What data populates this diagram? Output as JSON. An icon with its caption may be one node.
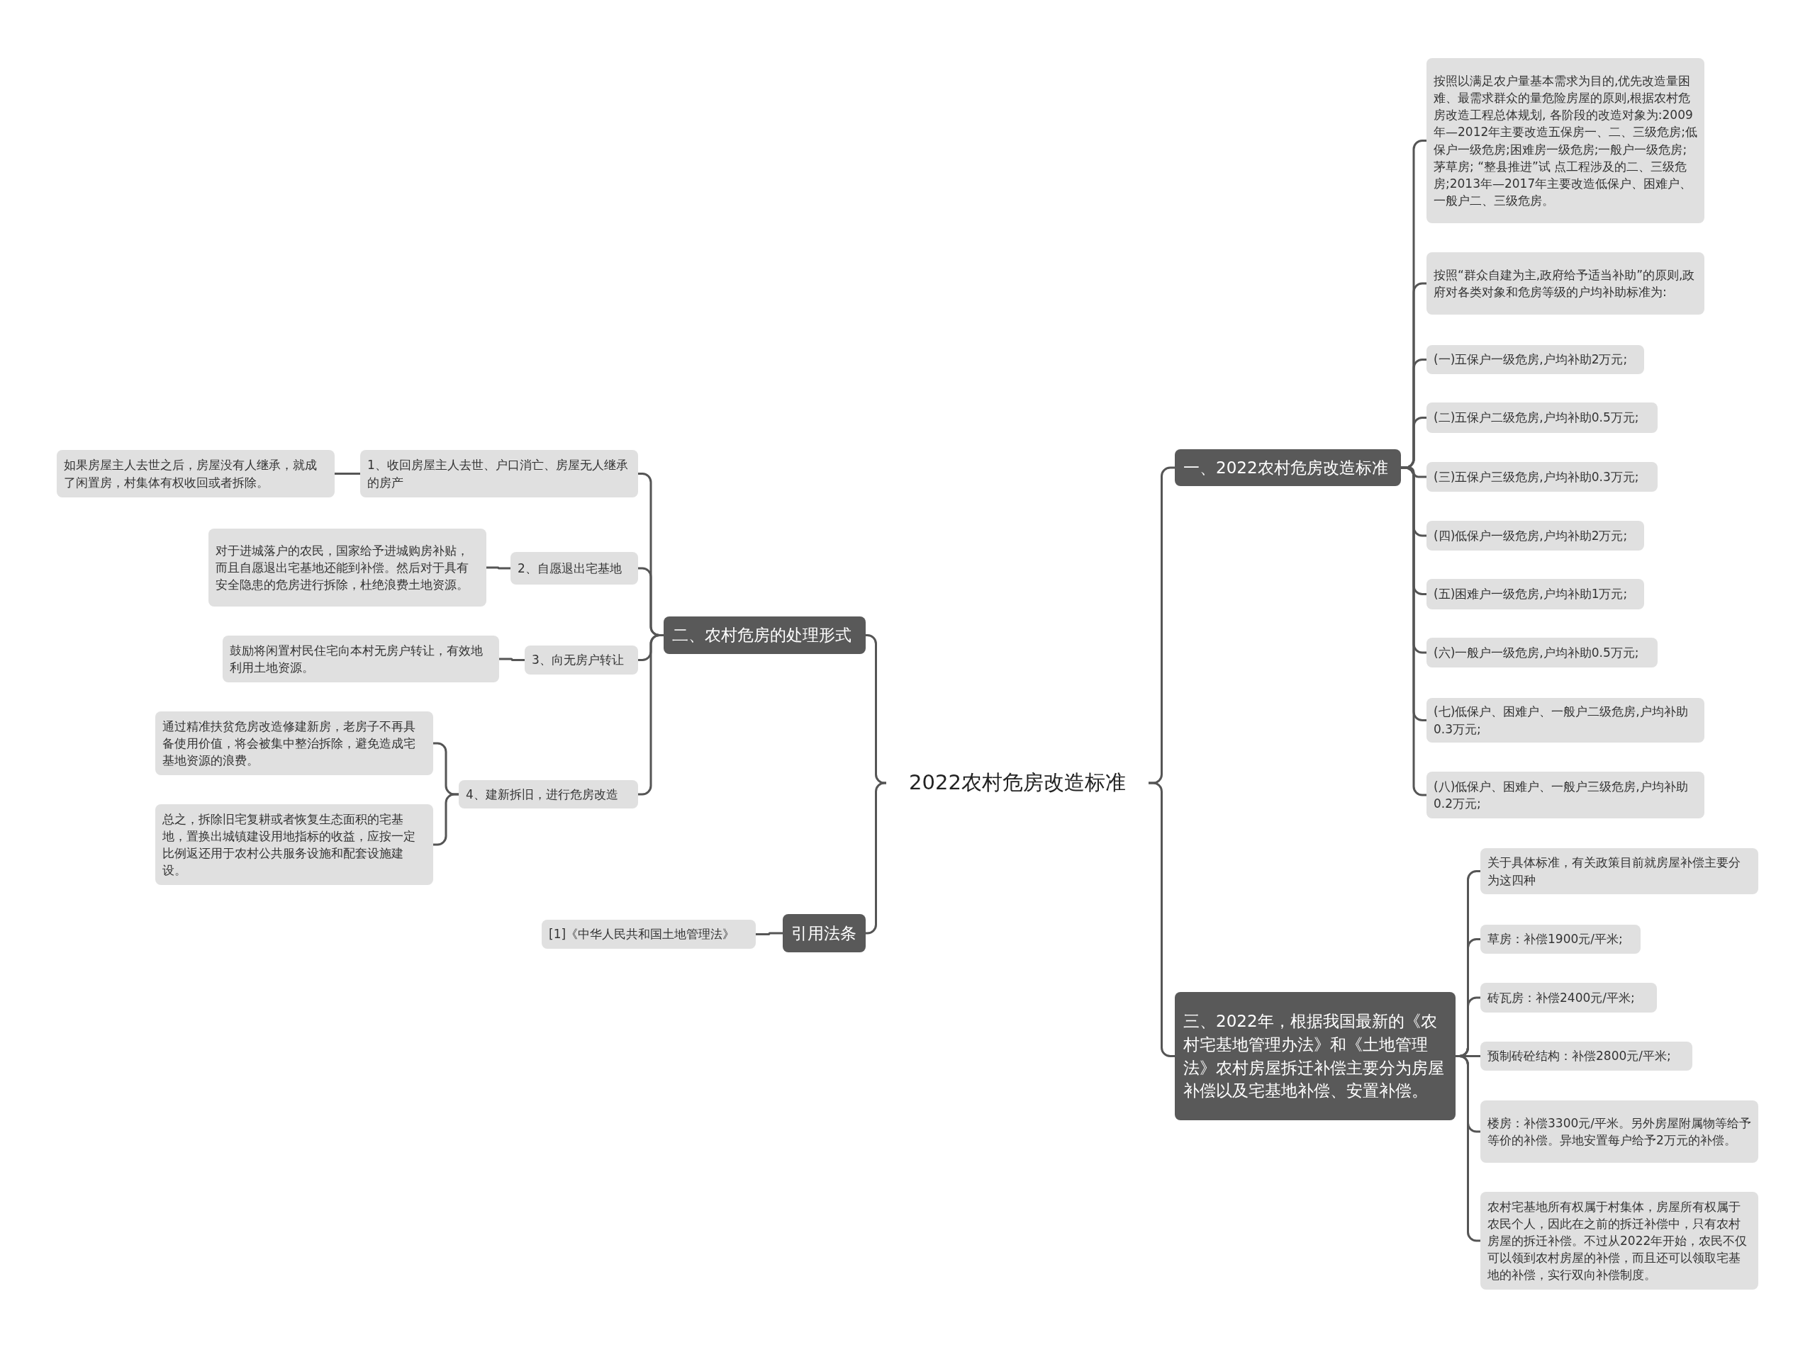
{
  "diagram": {
    "nodes": [
      {
        "text": [
          "2022农村危房改造标准"
        ]
      },
      {
        "text": [
          "一、2022农村危房改造标准"
        ]
      },
      {
        "text": [
          "按照以满足农户量基本需求为目的,优先改造量困难、最需求群众的量危险房屋的原则,根据农村危房改造工程总体规划, 各阶段的改造对象为:2009年—2012年主要改造五保房一、二、三级危房;低保户一级危房;困难房一级危房;一般户一级危房;茅草房; “整县推进”试 点工程涉及的二、三级危房;2013年—2017年主要改造低保户、困难户、一般户二、三级危房。"
        ]
      },
      {
        "text": [
          "按照“群众自建为主,政府给予适当补助”的原则,政府对各类对象和危房等级的户均补助标准为:"
        ]
      },
      {
        "text": [
          "(一)五保户一级危房,户均补助2万元;"
        ]
      },
      {
        "text": [
          "(二)五保户二级危房,户均补助0.5万元;"
        ]
      },
      {
        "text": [
          "(三)五保户三级危房,户均补助0.3万元;"
        ]
      },
      {
        "text": [
          "(四)低保户一级危房,户均补助2万元;"
        ]
      },
      {
        "text": [
          "(五)困难户一级危房,户均补助1万元;"
        ]
      },
      {
        "text": [
          "(六)一般户一级危房,户均补助0.5万元;"
        ]
      },
      {
        "text": [
          "(七)低保户、困难户、一般户二级危房,户均补助0.3万元;"
        ]
      },
      {
        "text": [
          "(八)低保户、困难户、一般户三级危房,户均补助0.2万元;"
        ]
      },
      {
        "text": [
          "三、2022年，根据我国最新的《农村宅基地管理办法》和《土地管理法》农村房屋拆迁补偿主要分为房屋补偿以及宅基地补偿、安置补偿。"
        ]
      },
      {
        "text": [
          "关于具体标准，有关政策目前就房屋补偿主要分为这四种"
        ]
      },
      {
        "text": [
          "草房：补偿1900元/平米;"
        ]
      },
      {
        "text": [
          "砖瓦房：补偿2400元/平米;"
        ]
      },
      {
        "text": [
          "预制砖砼结构：补偿2800元/平米;"
        ]
      },
      {
        "text": [
          "楼房：补偿3300元/平米。另外房屋附属物等给予等价的补偿。异地安置每户给予2万元的补偿。"
        ]
      },
      {
        "text": [
          "农村宅基地所有权属于村集体，房屋所有权属于农民个人，因此在之前的拆迁补偿中，只有农村房屋的拆迁补偿。不过从2022年开始，农民不仅可以领到农村房屋的补偿，而且还可以领取宅基地的补偿，实行双向补偿制度。"
        ]
      },
      {
        "text": [
          "二、农村危房的处理形式"
        ]
      },
      {
        "text": [
          "1、收回房屋主人去世、户口消亡、房屋无人继承的房产"
        ]
      },
      {
        "text": [
          "如果房屋主人去世之后，房屋没有人继承，就成了闲置房，村集体有权收回或者拆除。"
        ]
      },
      {
        "text": [
          "2、自愿退出宅基地"
        ]
      },
      {
        "text": [
          "对于进城落户的农民，国家给予进城购房补贴，而且自愿退出宅基地还能到补偿。然后对于具有安全隐患的危房进行拆除，杜绝浪费土地资源。"
        ]
      },
      {
        "text": [
          "3、向无房户转让"
        ]
      },
      {
        "text": [
          "鼓励将闲置村民住宅向本村无房户转让，有效地利用土地资源。"
        ]
      },
      {
        "text": [
          "4、建新拆旧，进行危房改造"
        ]
      },
      {
        "text": [
          "通过精准扶贫危房改造修建新房，老房子不再具备使用价值，将会被集中整治拆除，避免造成宅基地资源的浪费。"
        ]
      },
      {
        "text": [
          "总之，拆除旧宅复耕或者恢复生态面积的宅基地，置换出城镇建设用地指标的收益，应按一定比例返还用于农村公共服务设施和配套设施建设。"
        ]
      },
      {
        "text": [
          "引用法条"
        ]
      },
      {
        "text": [
          "[1]《中华人民共和国土地管理法》"
        ]
      }
    ],
    "edges": [
      {
        "from": 0,
        "to": 1,
        "arrow": "none"
      },
      {
        "from": 1,
        "to": 2,
        "arrow": "none"
      },
      {
        "from": 1,
        "to": 3,
        "arrow": "none"
      },
      {
        "from": 1,
        "to": 4,
        "arrow": "none"
      },
      {
        "from": 1,
        "to": 5,
        "arrow": "none"
      },
      {
        "from": 1,
        "to": 6,
        "arrow": "none"
      },
      {
        "from": 1,
        "to": 7,
        "arrow": "none"
      },
      {
        "from": 1,
        "to": 8,
        "arrow": "none"
      },
      {
        "from": 1,
        "to": 9,
        "arrow": "none"
      },
      {
        "from": 1,
        "to": 10,
        "arrow": "none"
      },
      {
        "from": 1,
        "to": 11,
        "arrow": "none"
      },
      {
        "from": 0,
        "to": 12,
        "arrow": "none"
      },
      {
        "from": 12,
        "to": 13,
        "arrow": "none"
      },
      {
        "from": 12,
        "to": 14,
        "arrow": "none"
      },
      {
        "from": 12,
        "to": 15,
        "arrow": "none"
      },
      {
        "from": 12,
        "to": 16,
        "arrow": "none"
      },
      {
        "from": 12,
        "to": 17,
        "arrow": "none"
      },
      {
        "from": 12,
        "to": 18,
        "arrow": "none"
      },
      {
        "from": 0,
        "to": 19,
        "arrow": "none"
      },
      {
        "from": 19,
        "to": 20,
        "arrow": "none"
      },
      {
        "from": 20,
        "to": 21,
        "arrow": "none"
      },
      {
        "from": 19,
        "to": 22,
        "arrow": "none"
      },
      {
        "from": 22,
        "to": 23,
        "arrow": "none"
      },
      {
        "from": 19,
        "to": 24,
        "arrow": "none"
      },
      {
        "from": 24,
        "to": 25,
        "arrow": "none"
      },
      {
        "from": 19,
        "to": 26,
        "arrow": "none"
      },
      {
        "from": 26,
        "to": 27,
        "arrow": "none"
      },
      {
        "from": 26,
        "to": 28,
        "arrow": "none"
      },
      {
        "from": 0,
        "to": 29,
        "arrow": "none"
      },
      {
        "from": 29,
        "to": 30,
        "arrow": "none"
      }
    ]
  }
}
